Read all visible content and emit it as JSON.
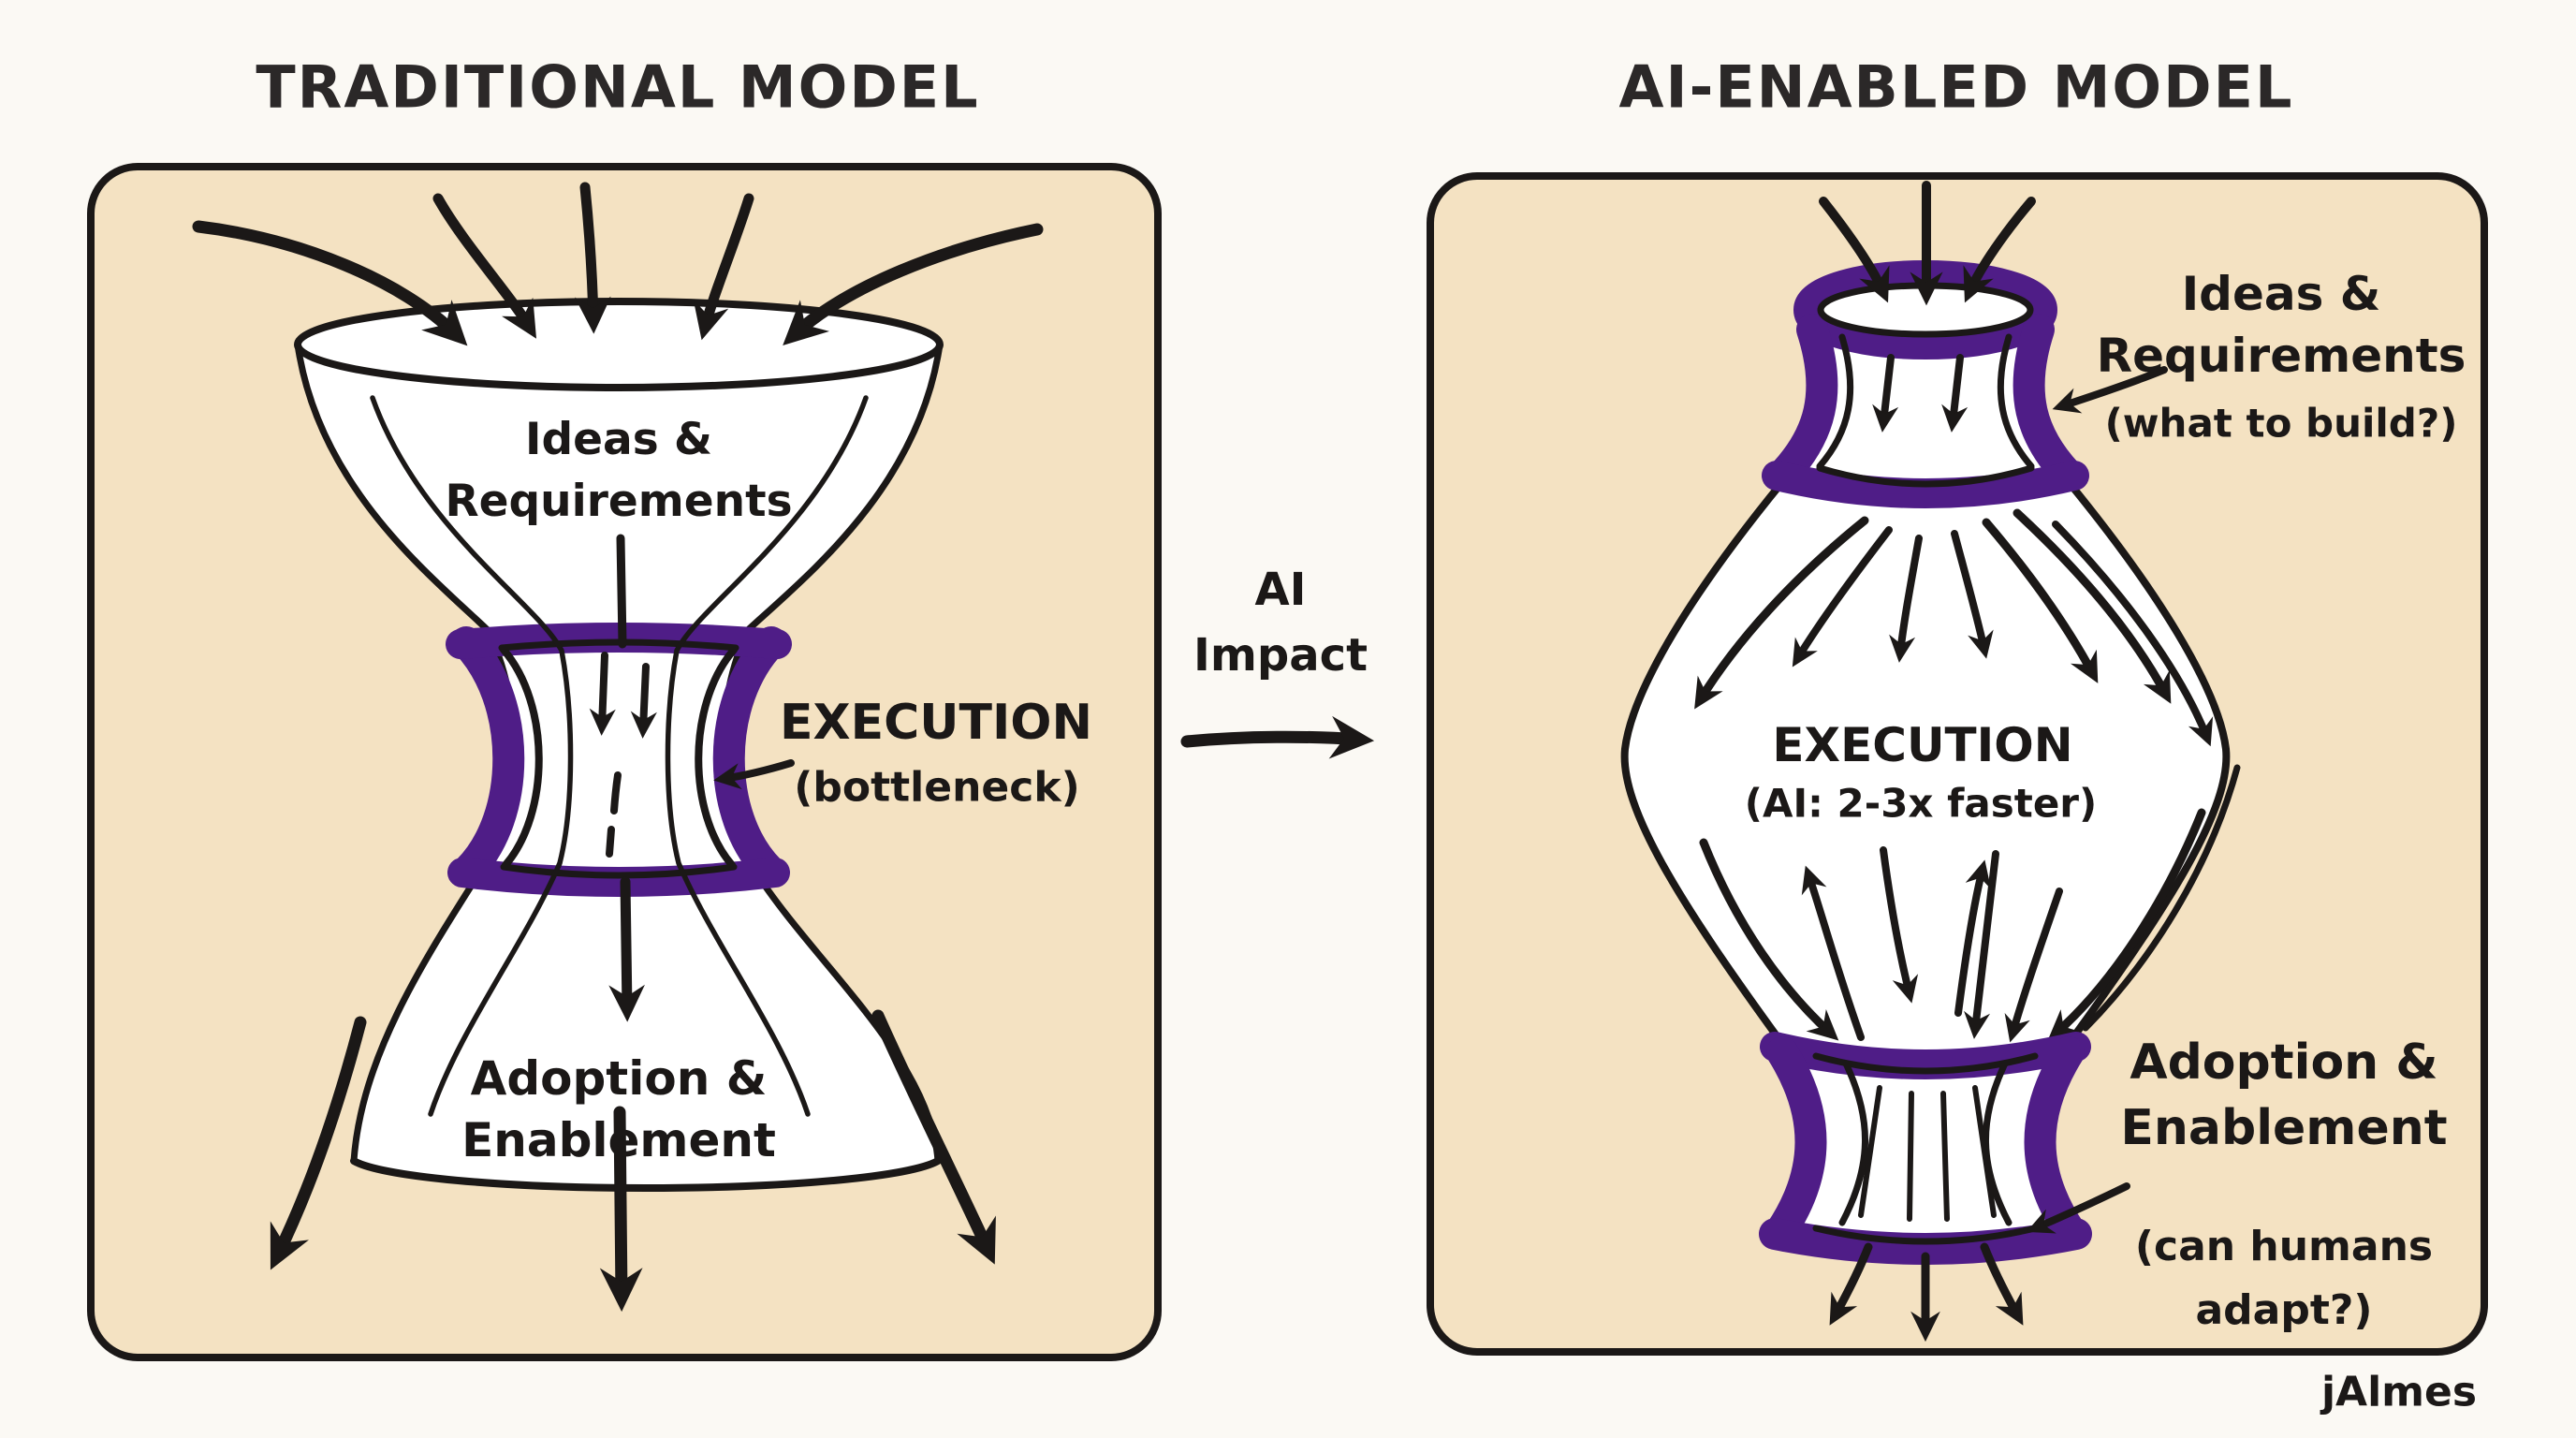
{
  "colors": {
    "page_bg": "#FBF9F4",
    "panel_bg": "#F4E2C2",
    "ink": "#1B1817",
    "purple": "#4F1D87",
    "title_color": "#2B2828"
  },
  "left": {
    "title": "TRADITIONAL MODEL",
    "ideas_lines": [
      "Ideas &",
      "Requirements"
    ],
    "execution_label": "EXECUTION",
    "execution_sub": "(bottleneck)",
    "adoption_lines": [
      "Adoption &",
      "Enablement"
    ]
  },
  "middle": {
    "impact_lines": [
      "AI",
      "Impact"
    ]
  },
  "right": {
    "title": "AI-ENABLED MODEL",
    "ideas_lines": [
      "Ideas &",
      "Requirements"
    ],
    "ideas_sub": "(what to build?)",
    "execution_label": "EXECUTION",
    "execution_sub": "(AI: 2-3x faster)",
    "adoption_lines": [
      "Adoption &",
      "Enablement"
    ],
    "adoption_sub_lines": [
      "(can humans",
      "adapt?)"
    ]
  },
  "signature": "jAlmes"
}
